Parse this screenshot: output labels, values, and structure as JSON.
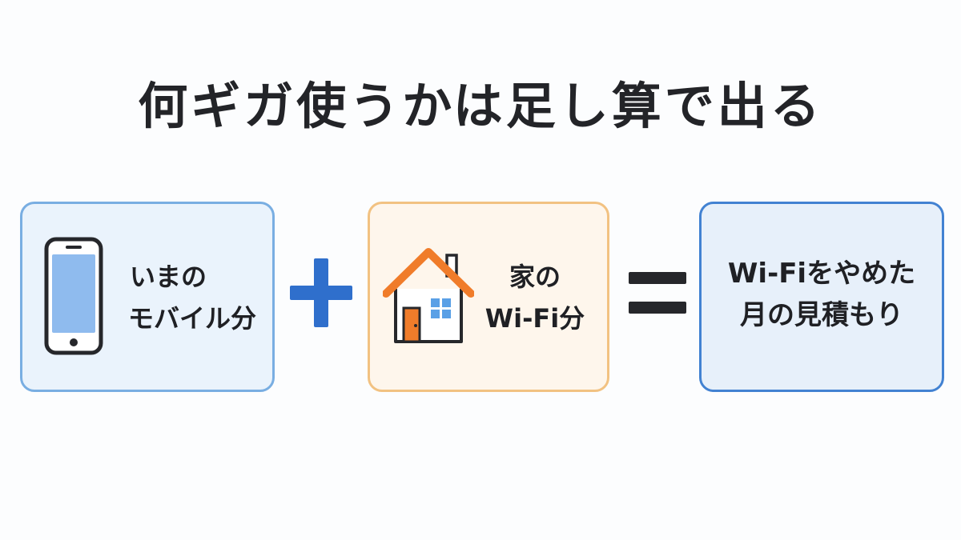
{
  "title": "何ギガ使うかは足し算で出る",
  "boxes": {
    "mobile": {
      "icon": "smartphone-icon",
      "lines": [
        "いまの",
        "モバイル分"
      ]
    },
    "home_wifi": {
      "icon": "house-icon",
      "lines": [
        "家の",
        "Wi-Fi分"
      ]
    },
    "result": {
      "lines": [
        "Wi-Fiをやめた",
        "月の見積もり"
      ]
    }
  },
  "operators": [
    "plus-icon",
    "equals-icon"
  ],
  "colors": {
    "mobile_border": "#79aee2",
    "mobile_fill": "#eaf3fc",
    "wifi_border": "#f2c282",
    "wifi_fill": "#fef6ec",
    "result_border": "#4282d2",
    "result_fill": "#e7f0fa",
    "plus": "#2f6fcc",
    "equals": "#26272b",
    "house_roof": "#f07c2a"
  }
}
